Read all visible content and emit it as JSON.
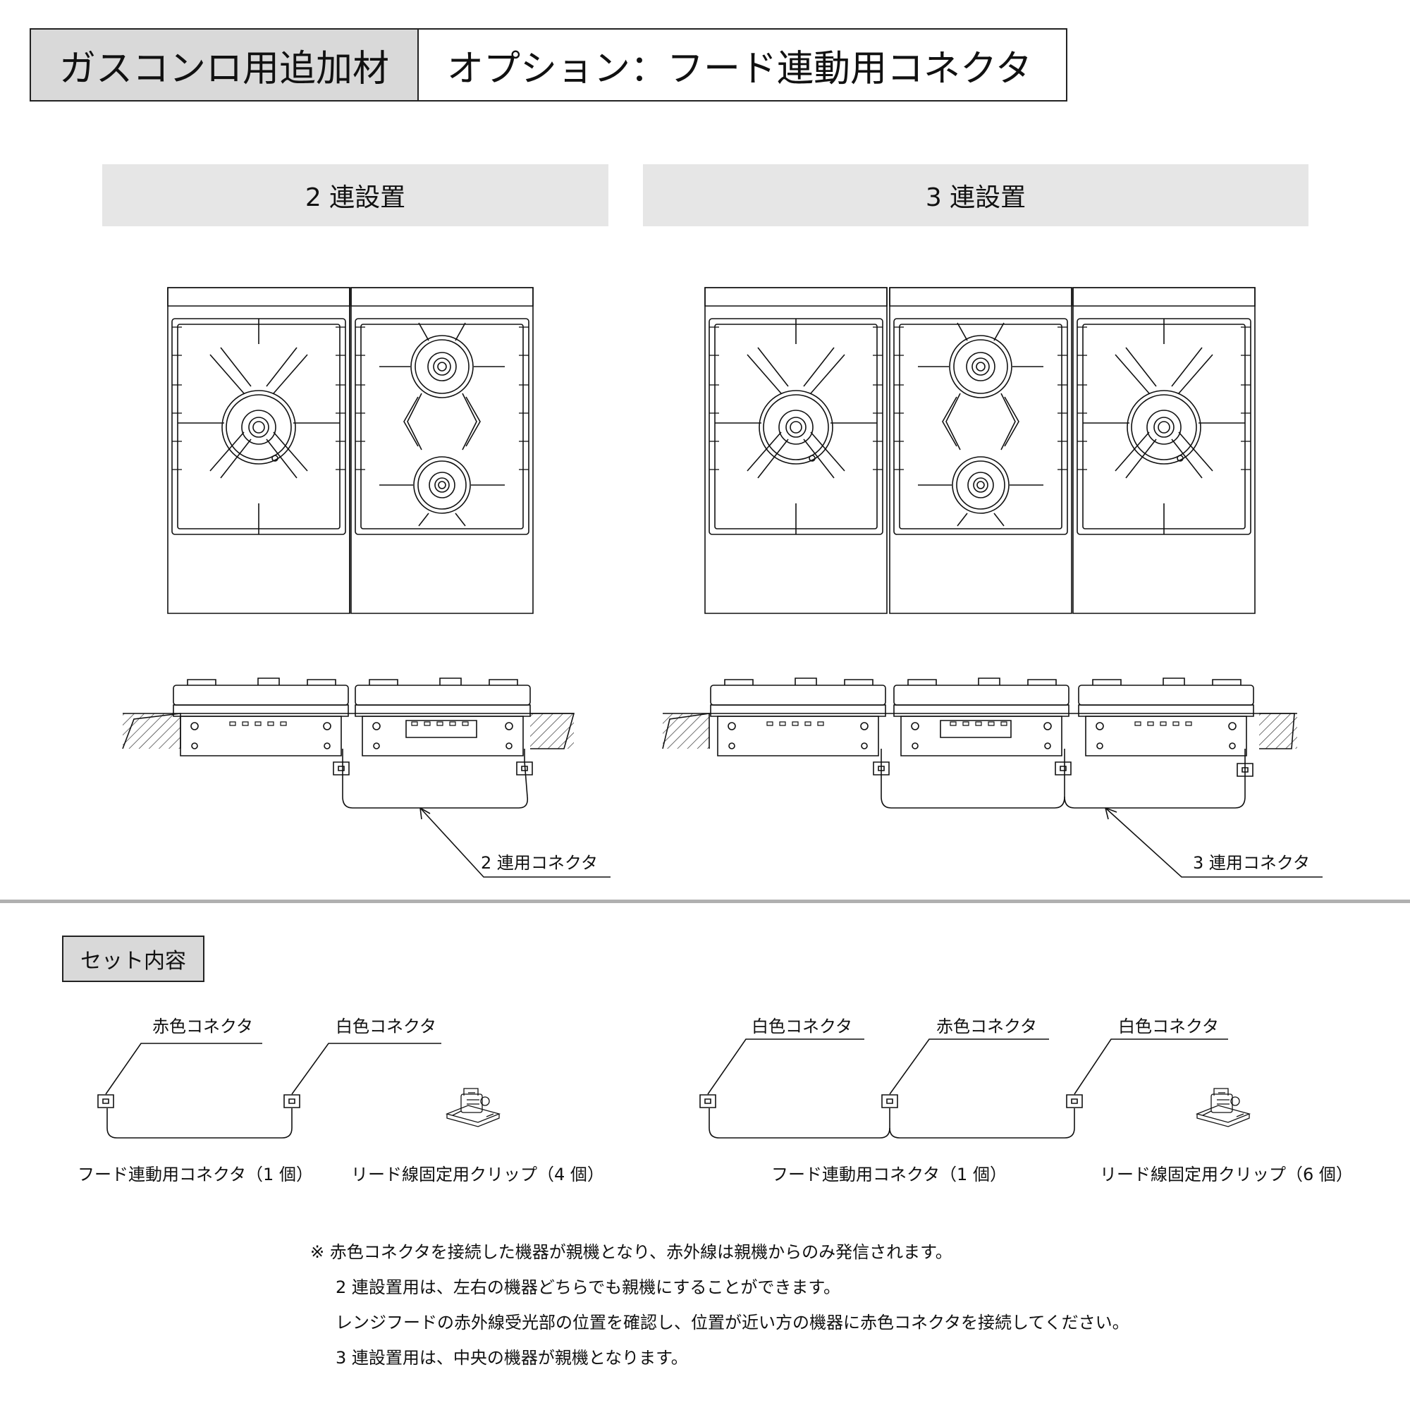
{
  "header": {
    "category": "ガスコンロ用追加材",
    "title": "オプション：フード連動用コネクタ"
  },
  "sections": {
    "two": "2 連設置",
    "three": "3 連設置"
  },
  "callouts": {
    "two_connector": "2 連用コネクタ",
    "three_connector": "3 連用コネクタ"
  },
  "set": {
    "heading": "セット内容",
    "left": {
      "label_red": "赤色コネクタ",
      "label_white": "白色コネクタ",
      "connector": "フード連動用コネクタ（1 個）",
      "clip": "リード線固定用クリップ（4 個）"
    },
    "right": {
      "label_white_1": "白色コネクタ",
      "label_red": "赤色コネクタ",
      "label_white_2": "白色コネクタ",
      "connector": "フード連動用コネクタ（1 個）",
      "clip": "リード線固定用クリップ（6 個）"
    }
  },
  "notes": [
    "※  赤色コネクタを接続した機器が親機となり、赤外線は親機からのみ発信されます。",
    "2 連設置用は、左右の機器どちらでも親機にすることができます。",
    "レンジフードの赤外線受光部の位置を確認し、位置が近い方の機器に赤色コネクタを接続してください。",
    "3 連設置用は、中央の機器が親機となります。"
  ]
}
